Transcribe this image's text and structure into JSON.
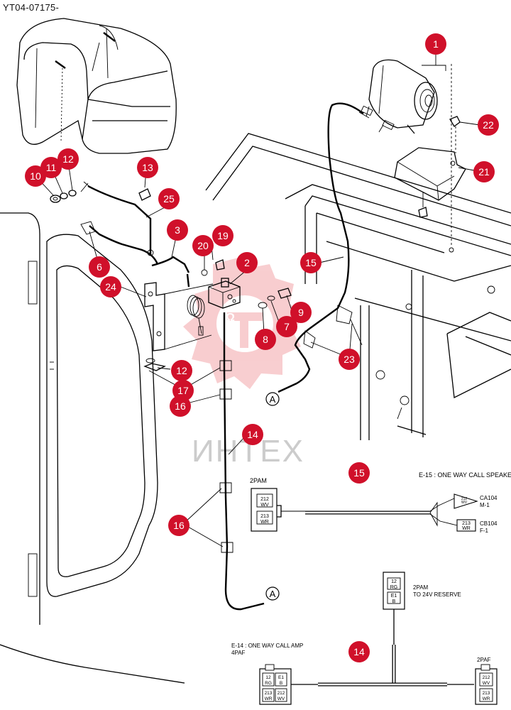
{
  "document_code": "YT04-07175-",
  "watermark_text": "ИНТЕХ",
  "callout_color": "#d0102a",
  "callouts": {
    "c1": "1",
    "c2": "2",
    "c3": "3",
    "c6": "6",
    "c7": "7",
    "c8": "8",
    "c9": "9",
    "c10": "10",
    "c11": "11",
    "c12a": "12",
    "c12b": "12",
    "c13": "13",
    "c14a": "14",
    "c14b": "14",
    "c15a": "15",
    "c15b": "15",
    "c16a": "16",
    "c16b": "16",
    "c17": "17",
    "c19": "19",
    "c20": "20",
    "c21": "21",
    "c22": "22",
    "c23": "23",
    "c24": "24",
    "c25": "25"
  },
  "connector_ref": {
    "label": "A"
  },
  "e15": {
    "title": "E-15 : ONE WAY CALL SPEAKER",
    "left_connector": {
      "label": "2PAM",
      "pins": [
        "212\nWV",
        "213\nWR"
      ]
    },
    "right_top": {
      "pin": "212\nWV",
      "label": "CA104\nM-1"
    },
    "right_bottom": {
      "pin": "213\nWR",
      "label": "CB104\nF-1"
    }
  },
  "e14": {
    "title": "E-14 : ONE WAY CALL AMP\n4PAF",
    "left_connector": {
      "pins": [
        "12\nRG",
        "E1\nB",
        "213\nWR",
        "212\nWV"
      ]
    },
    "top_connector": {
      "label": "2PAM\nTO 24V RESERVE",
      "pins": [
        "12\nRG",
        "E1\nB"
      ]
    },
    "right_connector": {
      "label": "2PAF",
      "pins": [
        "212\nWV",
        "213\nWR"
      ]
    }
  }
}
